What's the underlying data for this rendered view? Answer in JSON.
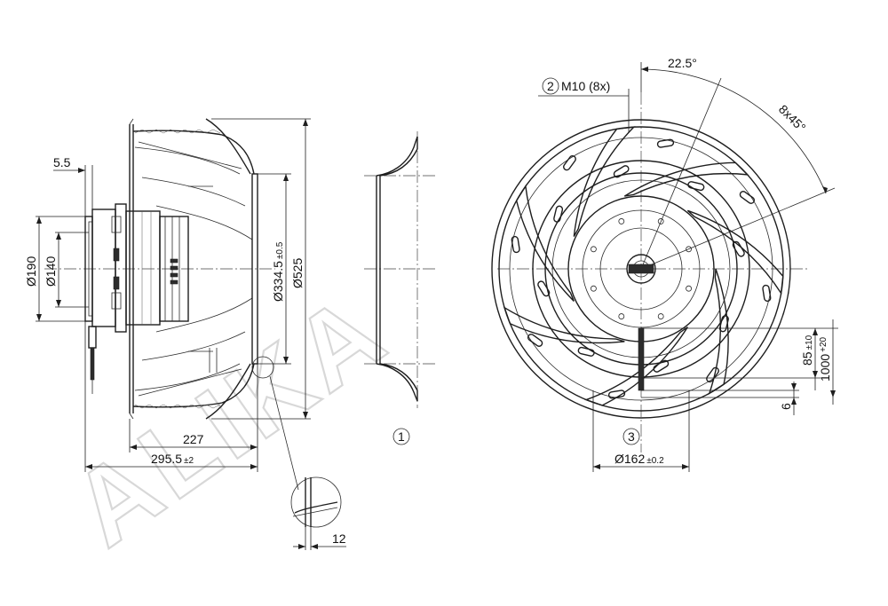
{
  "watermark": "ALIKA",
  "side_view": {
    "dim_hub_width": "5.5",
    "dim_dia_190": "Ø190",
    "dim_dia_140": "Ø140",
    "dim_dia_334": "Ø334.5",
    "dim_dia_334_tol": "±0.5",
    "dim_dia_525": "Ø525",
    "dim_227": "227",
    "dim_295": "295.5",
    "dim_295_tol": "±2"
  },
  "detail_view": {
    "dim_12": "12"
  },
  "inlet_ring": {
    "callout": "1"
  },
  "front_view": {
    "angle_22": "22.5°",
    "angle_8x45": "8x45°",
    "callout_2": "2",
    "thread_label": "M10 (8x)",
    "callout_3": "3",
    "dim_162": "Ø162",
    "dim_162_tol": "±0.2",
    "dim_85": "85",
    "dim_85_tol": "±10",
    "dim_1000": "1000",
    "dim_1000_tol": "+20",
    "dim_6": "6"
  }
}
